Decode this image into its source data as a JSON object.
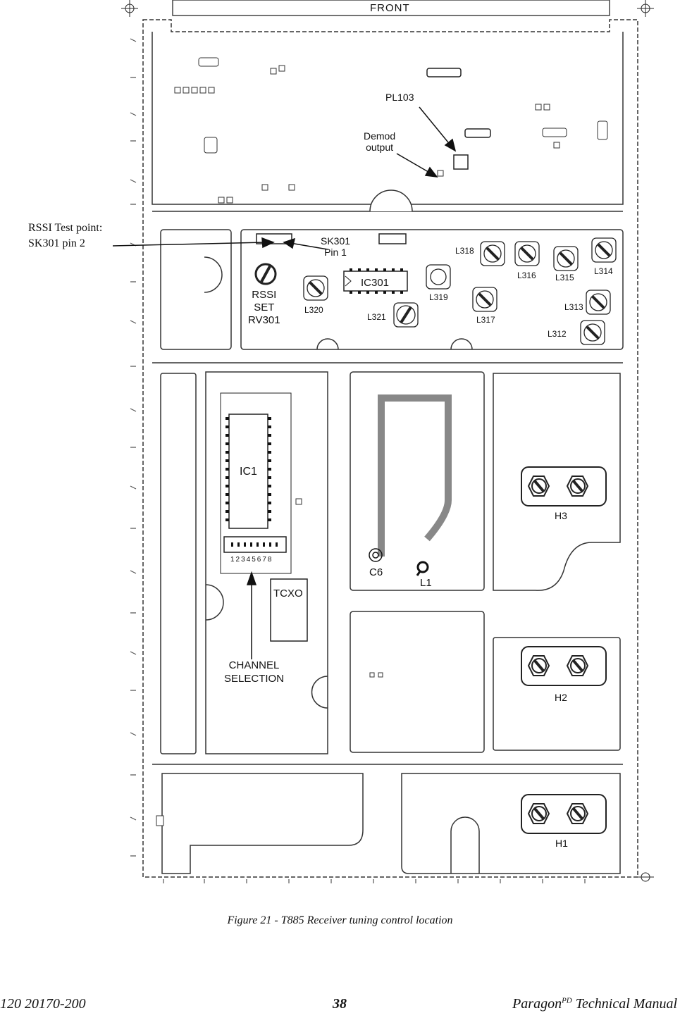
{
  "figure": {
    "caption": "Figure 21 - T885 Receiver tuning control location",
    "front_label": "FRONT",
    "callouts": {
      "rssi_test_point_line1": "RSSI Test point:",
      "rssi_test_point_line2": "SK301 pin 2",
      "sk301_line1": "SK301",
      "sk301_line2": "Pin 1",
      "pl103": "PL103",
      "demod_line1": "Demod",
      "demod_line2": "output",
      "channel_line1": "CHANNEL",
      "channel_line2": "SELECTION"
    },
    "components": {
      "rssi_line1": "RSSI",
      "rssi_line2": "SET",
      "rssi_line3": "RV301",
      "ic301": "IC301",
      "ic1": "IC1",
      "tcxo": "TCXO",
      "dip_numbers": "12345678",
      "c6": "C6",
      "l1": "L1",
      "h1": "H1",
      "h2": "H2",
      "h3": "H3",
      "l312": "L312",
      "l313": "L313",
      "l314": "L314",
      "l315": "L315",
      "l316": "L316",
      "l317": "L317",
      "l318": "L318",
      "l319": "L319",
      "l320": "L320",
      "l321": "L321"
    }
  },
  "footer": {
    "doc_number": "120 20170-200",
    "page_number": "38",
    "title_main": "Paragon",
    "title_sup": "PD",
    "title_rest": " Technical Manual"
  }
}
